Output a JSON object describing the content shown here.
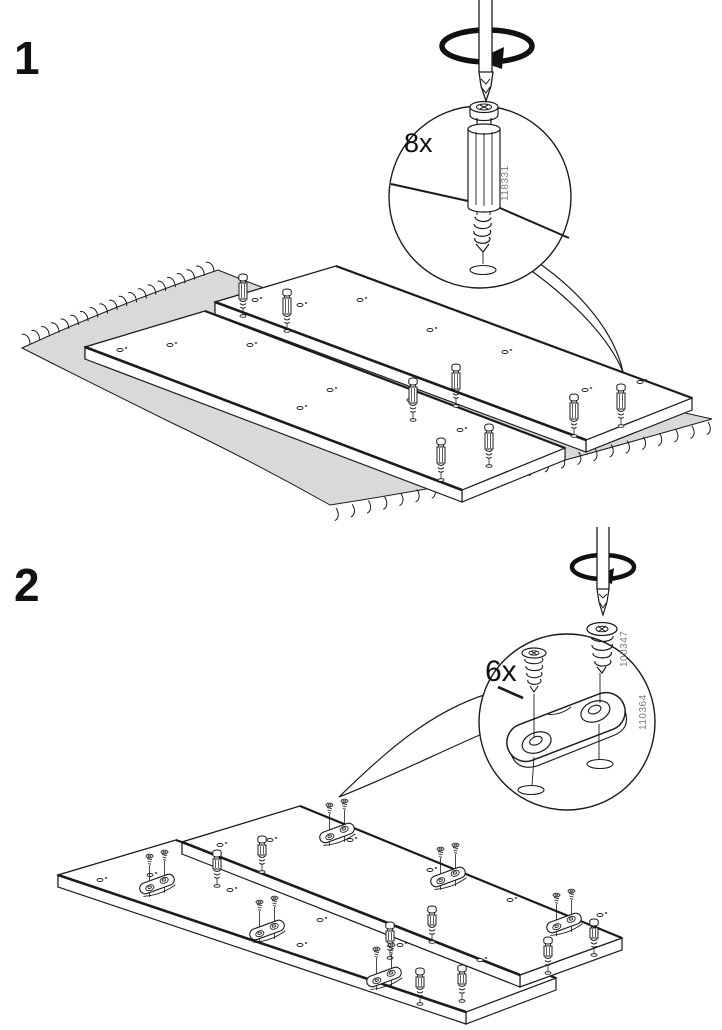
{
  "document": {
    "kind": "furniture-assembly-instructions"
  },
  "steps": {
    "step1": {
      "number": "1",
      "quantity": "8x",
      "dowel_part_number": "118331"
    },
    "step2": {
      "number": "2",
      "quantity": "6x",
      "screw_part_number": "100347",
      "bracket_part_number": "110364"
    }
  },
  "colors": {
    "line": "#1c1c1c",
    "rug": "#d9d9d9",
    "panel": "#ffffff",
    "part_text": "#7a7a7a",
    "label_text": "#111111"
  }
}
